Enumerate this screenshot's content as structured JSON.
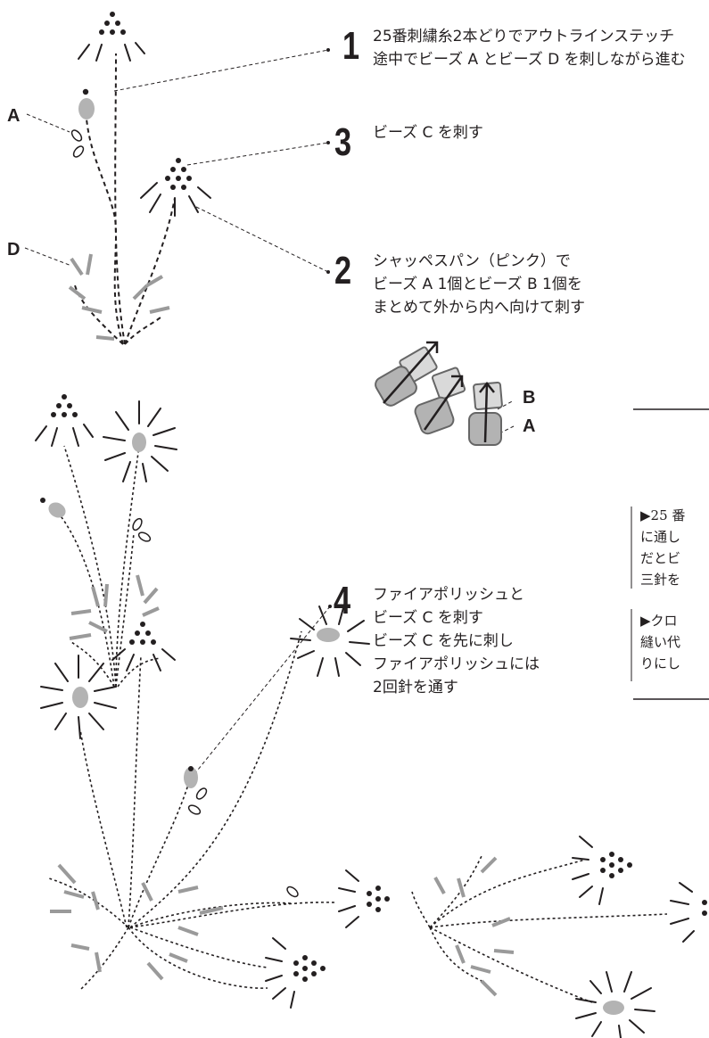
{
  "steps": {
    "s1": {
      "number": "1",
      "lines": [
        "25番刺繍糸2本どりでアウトラインステッチ",
        "途中でビーズ A とビーズ D を刺しながら進む"
      ]
    },
    "s2": {
      "number": "2",
      "lines": [
        "シャッペスパン（ピンク）で",
        "ビーズ A 1個とビーズ B 1個を",
        "まとめて外から内へ向けて刺す"
      ]
    },
    "s3": {
      "number": "3",
      "lines": [
        "ビーズ C を刺す"
      ]
    },
    "s4": {
      "number": "4",
      "lines": [
        "ファイアポリッシュと",
        "ビーズ C を刺す",
        "ビーズ C を先に刺し",
        "ファイアポリッシュには",
        "2回針を通す"
      ]
    }
  },
  "labels": {
    "a_left": "A",
    "d_left": "D",
    "b_detail": "B",
    "a_detail": "A"
  },
  "tips": {
    "tip1": [
      "▶25 番",
      "に通し",
      "だとビ",
      "三針を"
    ],
    "tip2": [
      "▶クロ",
      "縫い代",
      "りにし"
    ]
  },
  "colors": {
    "ink": "#231f20",
    "bead_gray": "#b3b3b3",
    "bead_light": "#d9d9d9",
    "stitch_gray": "#9a9a9a"
  }
}
